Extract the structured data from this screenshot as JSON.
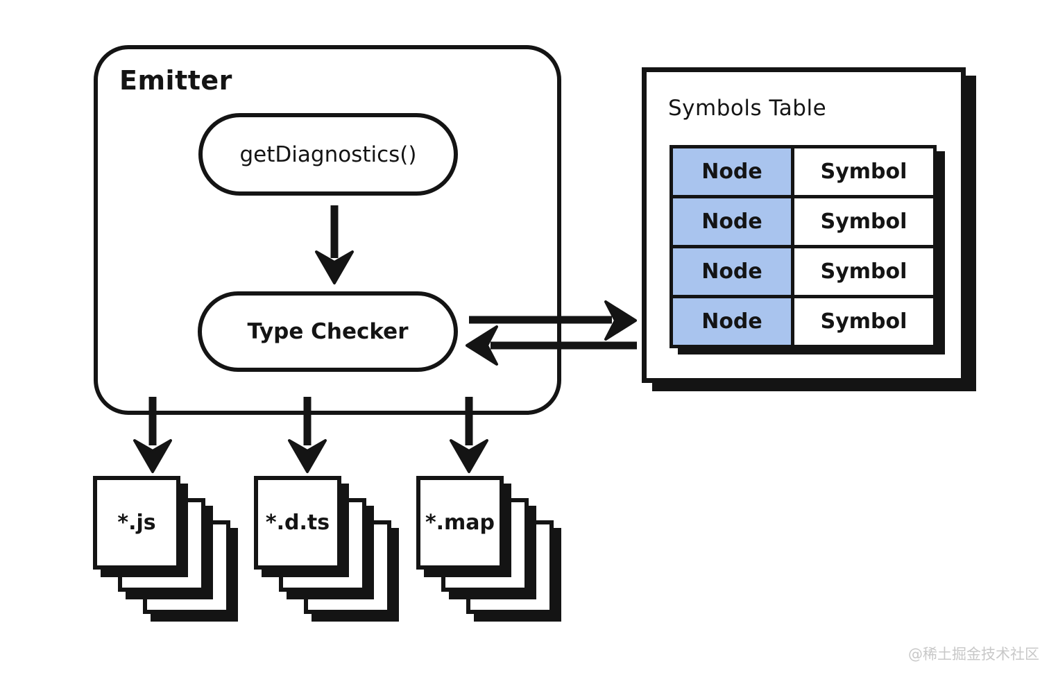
{
  "emitter": {
    "title": "Emitter",
    "nodes": [
      {
        "id": "get-diagnostics",
        "label": "getDiagnostics()"
      },
      {
        "id": "type-checker",
        "label": "Type Checker"
      }
    ]
  },
  "symbols_table": {
    "title": "Symbols Table",
    "columns": [
      "Node",
      "Symbol"
    ],
    "rows": [
      {
        "node": "Node",
        "symbol": "Symbol"
      },
      {
        "node": "Node",
        "symbol": "Symbol"
      },
      {
        "node": "Node",
        "symbol": "Symbol"
      },
      {
        "node": "Node",
        "symbol": "Symbol"
      }
    ]
  },
  "outputs": [
    {
      "label": "*.js"
    },
    {
      "label": "*.d.ts"
    },
    {
      "label": "*.map"
    }
  ],
  "edges": [
    {
      "from": "get-diagnostics",
      "to": "type-checker",
      "direction": "down"
    },
    {
      "from": "type-checker",
      "to": "symbols-table",
      "direction": "right"
    },
    {
      "from": "symbols-table",
      "to": "type-checker",
      "direction": "left"
    },
    {
      "from": "emitter",
      "to": "js-files",
      "direction": "down"
    },
    {
      "from": "emitter",
      "to": "dts-files",
      "direction": "down"
    },
    {
      "from": "emitter",
      "to": "map-files",
      "direction": "down"
    }
  ],
  "colors": {
    "ink": "#141414",
    "node_cell_fill": "#a9c4ee",
    "background": "#ffffff",
    "watermark": "#c8c8c8"
  },
  "watermark": "@稀土掘金技术社区"
}
